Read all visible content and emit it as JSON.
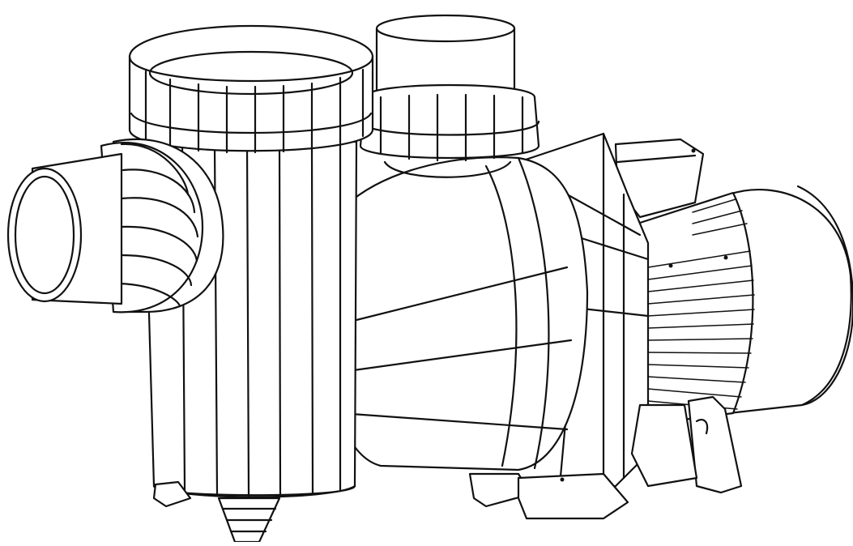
{
  "figure": {
    "kind": "line-art technical illustration",
    "background_color": "#ffffff",
    "line_color": "#111111",
    "parts": [
      "inlet-union",
      "strainer-lid",
      "strainer-basket-housing",
      "outlet-union",
      "pump-volute",
      "motor-bracket",
      "electric-motor",
      "motor-fan-cover",
      "terminal-box",
      "drain-plug",
      "base-feet"
    ]
  }
}
